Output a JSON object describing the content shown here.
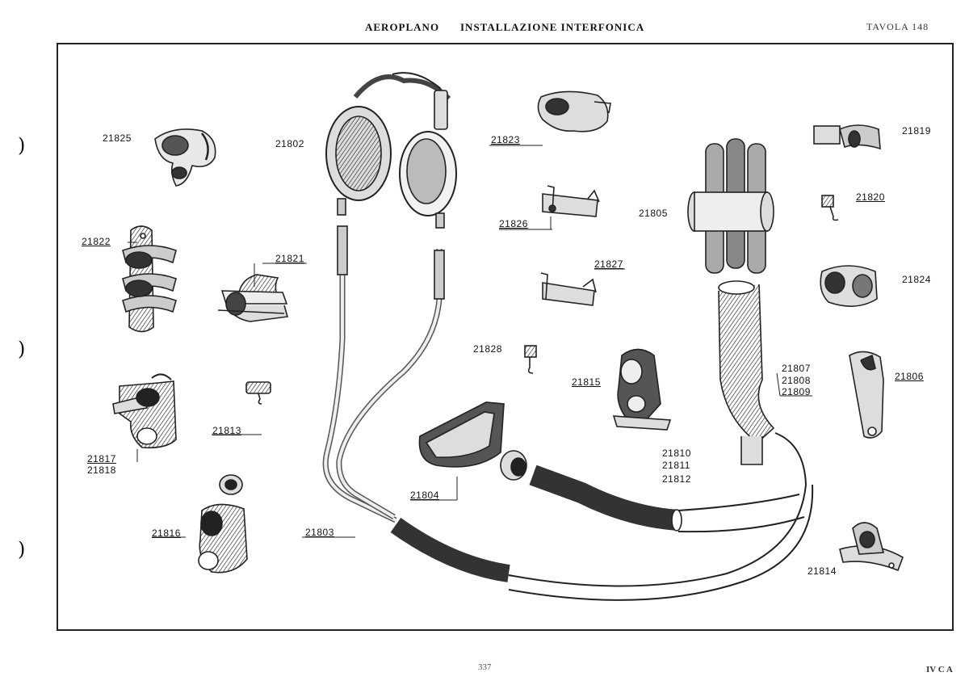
{
  "header": {
    "left": "AEROPLANO",
    "center": "INSTALLAZIONE INTERFONICA",
    "right": "TAVOLA 148"
  },
  "footer": {
    "page_number": "337",
    "right": "IV C A"
  },
  "margin_marks": [
    ")",
    ")",
    ")"
  ],
  "parts": {
    "p21825": "21825",
    "p21822": "21822",
    "p21821": "21821",
    "p21813": "21813",
    "p21817": "21817",
    "p21818": "21818",
    "p21816": "21816",
    "p21802": "21802",
    "p21803": "21803",
    "p21804": "21804",
    "p21823": "21823",
    "p21826": "21826",
    "p21827": "21827",
    "p21828": "21828",
    "p21815": "21815",
    "p21810": "21810",
    "p21811": "21811",
    "p21812": "21812",
    "p21805": "21805",
    "p21807": "21807",
    "p21808": "21808",
    "p21809": "21809",
    "p21819": "21819",
    "p21820": "21820",
    "p21824": "21824",
    "p21806": "21806",
    "p21814": "21814"
  }
}
